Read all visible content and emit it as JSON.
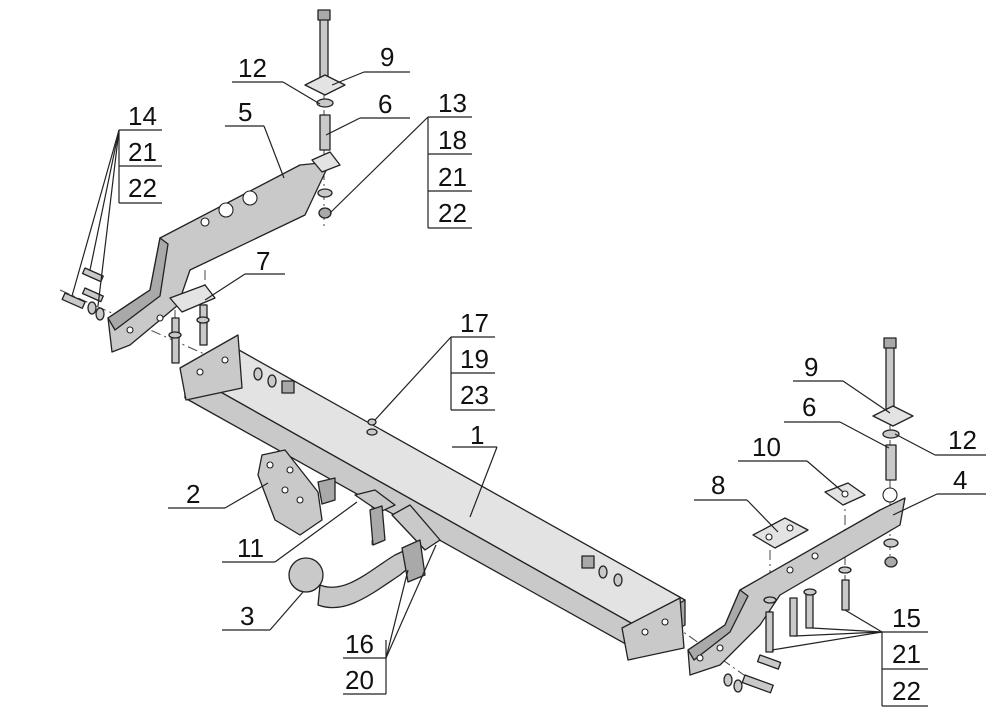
{
  "labels": {
    "l1": "1",
    "l2": "2",
    "l3": "3",
    "l4": "4",
    "l5": "5",
    "l6a": "6",
    "l6b": "6",
    "l7": "7",
    "l8": "8",
    "l9a": "9",
    "l9b": "9",
    "l10": "10",
    "l11": "11",
    "l12a": "12",
    "l12b": "12",
    "g13": [
      "13",
      "18",
      "21",
      "22"
    ],
    "g14": [
      "14",
      "21",
      "22"
    ],
    "g15": [
      "15",
      "21",
      "22"
    ],
    "g17": [
      "17",
      "19",
      "23"
    ],
    "g16": [
      "16",
      "20"
    ]
  },
  "colors": {
    "metal": "#c9c9c9",
    "metal_dark": "#a9a9a9",
    "line": "#222222"
  }
}
